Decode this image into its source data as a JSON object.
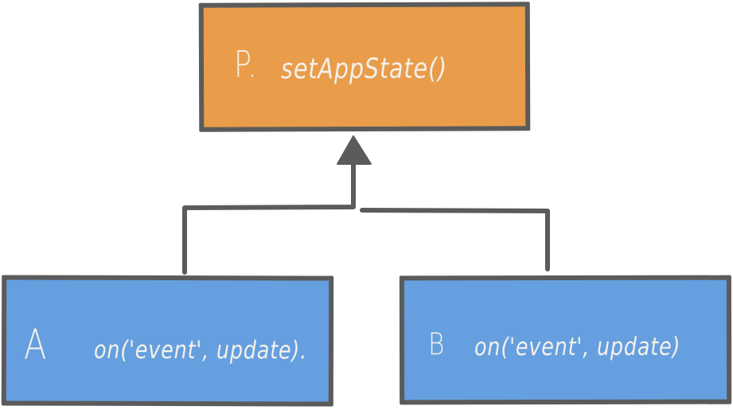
{
  "diagram": {
    "colors": {
      "parent_fill": "#e99c4a",
      "child_fill": "#659fdf",
      "stroke": "#5b5b5b",
      "text": "#f4f1ea"
    },
    "nodes": {
      "parent": {
        "letter": "P.",
        "call": "setAppState()"
      },
      "a": {
        "letter": "A",
        "call": "on('event', update)."
      },
      "b": {
        "letter": "B",
        "call": "on('event', update)"
      }
    },
    "edges": [
      {
        "from": "a",
        "to": "parent",
        "kind": "inheritance-arrow"
      },
      {
        "from": "b",
        "to": "parent",
        "kind": "inheritance-arrow"
      }
    ]
  }
}
